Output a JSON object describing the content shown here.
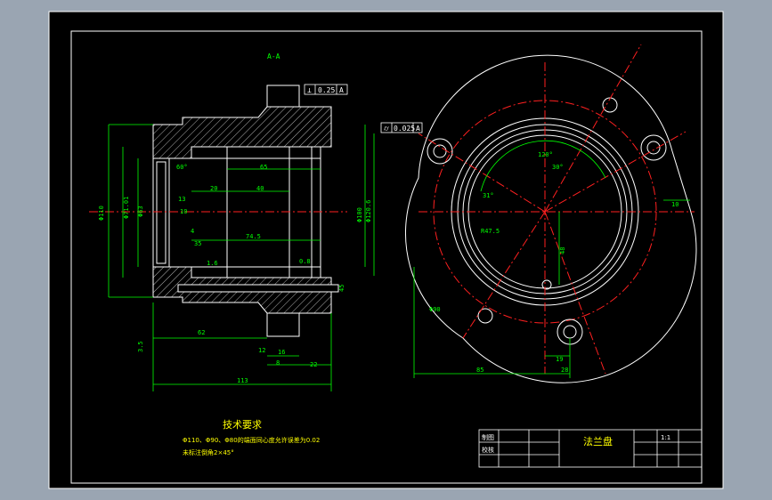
{
  "drawing": {
    "section_label": "A-A",
    "tolerance_frames": [
      {
        "symbol": "⊥",
        "value": "0.25",
        "datum": "A"
      },
      {
        "symbol": "⌭",
        "value": "0.025",
        "datum": "A"
      }
    ],
    "dims_left": {
      "d_310": "Φ110",
      "d_71": "Φ71.01",
      "d_63": "Φ63",
      "d_w": "Φ100",
      "d_120": "Φ120.6",
      "angle_60": "60°",
      "d_65": "65",
      "d_20": "20",
      "d_40": "40",
      "d_13": "13",
      "d_10": "10",
      "d_4": "4",
      "d_35": "35",
      "d_74": "74.5",
      "ra_16": "1.6",
      "ra_08": "0.8",
      "d_62": "62",
      "d_12": "12",
      "d_16": "16",
      "d_22": "22",
      "d_113": "113",
      "d_35b": "3.5",
      "d_45": "45",
      "d_8": "8"
    },
    "dims_right": {
      "angle_120": "120°",
      "angle_30": "30°",
      "angle_31": "31°",
      "r_47": "R47.5",
      "d_48": "48",
      "d_90": "Φ90",
      "d_10": "10",
      "d_85": "85",
      "d_19": "19",
      "d_28": "28"
    },
    "notes": {
      "title": "技术要求",
      "line1": "Φ110、Φ90、Φ80的端面同心度允许误差为0.02",
      "line2": "未标注倒角2×45°"
    },
    "title_block": {
      "drawn": "制图",
      "checked": "校核",
      "part_name": "法兰盘",
      "scale": "1:1"
    }
  },
  "colors": {
    "background": "#000000",
    "outer": "#9aa5b2",
    "line": "#ffffff",
    "dimension": "#00ff00",
    "center": "#ff2020",
    "hatch": "#ffffff",
    "note": "#ffff00"
  }
}
